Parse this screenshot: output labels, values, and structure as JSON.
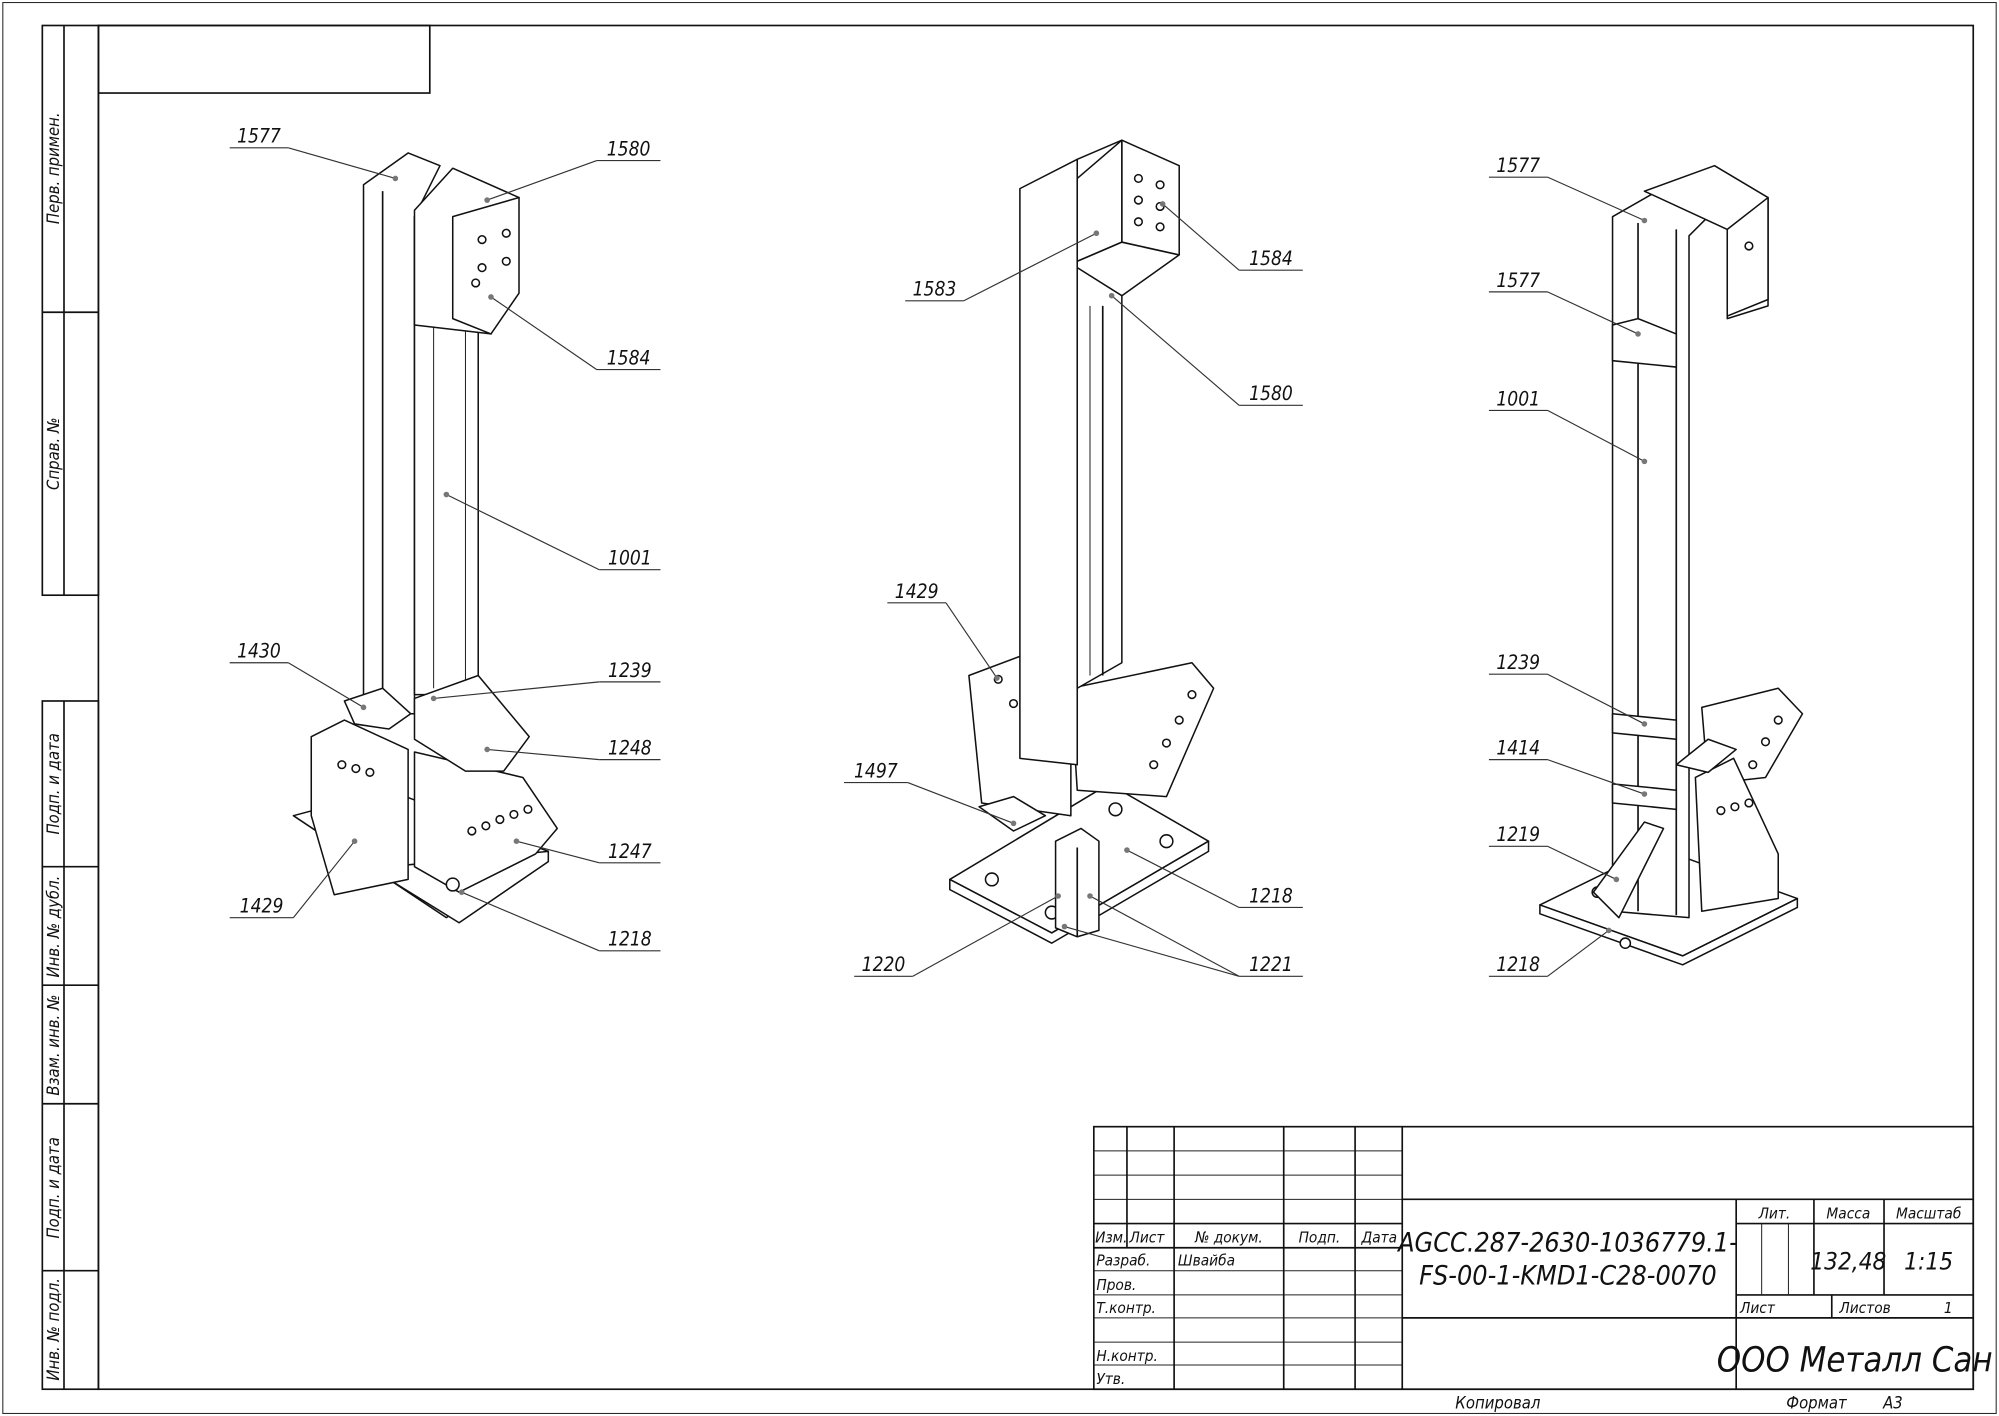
{
  "side_stamps": {
    "perv_primen": "Перв. примен.",
    "sprav_no": "Справ. №",
    "podp_data_1": "Подп. и дата",
    "inv_dubl": "Инв. № дубл.",
    "vzam_inv": "Взам. инв. №",
    "podp_data_2": "Подп. и дата",
    "inv_podl": "Инв. № подл."
  },
  "callouts": {
    "left_view": [
      "1577",
      "1580",
      "1584",
      "1001",
      "1430",
      "1239",
      "1248",
      "1247",
      "1429",
      "1218"
    ],
    "middle_view": [
      "1583",
      "1584",
      "1580",
      "1429",
      "1497",
      "1218",
      "1220",
      "1221"
    ],
    "right_view": [
      "1577",
      "1577",
      "1001",
      "1239",
      "1414",
      "1219",
      "1218"
    ]
  },
  "title_block": {
    "headers": {
      "izm": "Изм.",
      "list": "Лист",
      "doc_no": "№ докум.",
      "podp": "Подп.",
      "data": "Дата"
    },
    "roles": {
      "razrab": "Разраб.",
      "prov": "Пров.",
      "tkontr": "Т.контр.",
      "nkontr": "Н.контр.",
      "utv": "Утв."
    },
    "developer": "Швайба",
    "designation_line1": "AGCC.287-2630-1036779.1-",
    "designation_line2": "FS-00-1-KMD1-C28-0070",
    "lit_label": "Лит.",
    "mass_label": "Масса",
    "scale_label": "Масштаб",
    "mass": "132,48",
    "scale": "1:15",
    "sheet_label": "Лист",
    "sheets_label": "Листов",
    "sheets": "1",
    "company": "ООО Металл Сан"
  },
  "footer": {
    "copied": "Копировал",
    "format_label": "Формат",
    "format": "A3"
  }
}
